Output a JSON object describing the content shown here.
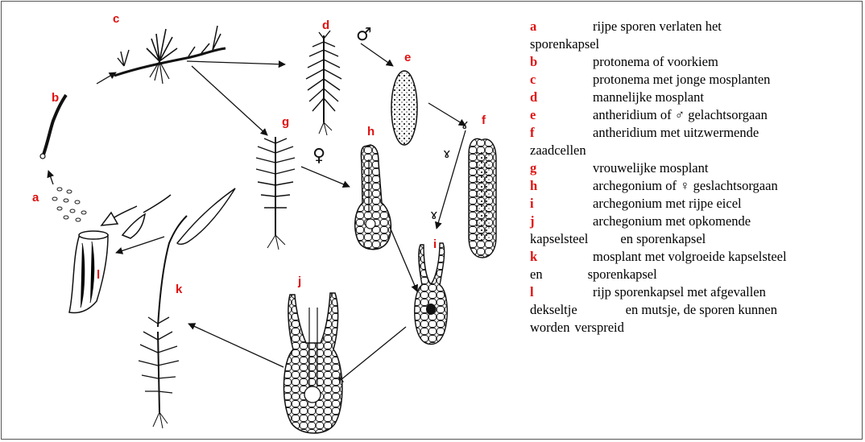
{
  "labels": {
    "a": "a",
    "b": "b",
    "c": "c",
    "d": "d",
    "e": "e",
    "f": "f",
    "g": "g",
    "h": "h",
    "i": "i",
    "j": "j",
    "k": "k",
    "l": "l"
  },
  "symbols": {
    "male": "♂",
    "female": "♀",
    "sperm": "ɤ"
  },
  "legend": [
    {
      "letter": "a",
      "lines": [
        "rijpe sporen verlaten het",
        "sporenkapsel"
      ]
    },
    {
      "letter": "b",
      "lines": [
        "protonema of voorkiem"
      ]
    },
    {
      "letter": "c",
      "lines": [
        "protonema met jonge mosplanten"
      ]
    },
    {
      "letter": "d",
      "lines": [
        "mannelijke mosplant"
      ]
    },
    {
      "letter": "e",
      "lines": [
        "antheridium of ♂ gelachtsorgaan"
      ]
    },
    {
      "letter": "f",
      "lines": [
        "antheridium met uitzwermende",
        "zaadcellen"
      ]
    },
    {
      "letter": "g",
      "lines": [
        "vrouwelijke mosplant"
      ]
    },
    {
      "letter": "h",
      "lines": [
        "archegonium of ♀ geslachtsorgaan"
      ]
    },
    {
      "letter": "i",
      "lines": [
        "archegonium met rijpe eicel"
      ]
    },
    {
      "letter": "j",
      "lines": [
        "archegonium met opkomende",
        "kapselsteel",
        "en sporenkapsel"
      ]
    },
    {
      "letter": "k",
      "lines": [
        "mosplant met volgroeide kapselsteel",
        "en",
        "sporenkapsel"
      ]
    },
    {
      "letter": "l",
      "lines": [
        "rijp sporenkapsel met afgevallen",
        "dekseltje",
        "en mutsje, de sporen kunnen",
        "worden",
        "verspreid"
      ]
    }
  ],
  "colors": {
    "label": "#e01010",
    "ink": "#111111",
    "border": "#555555"
  }
}
